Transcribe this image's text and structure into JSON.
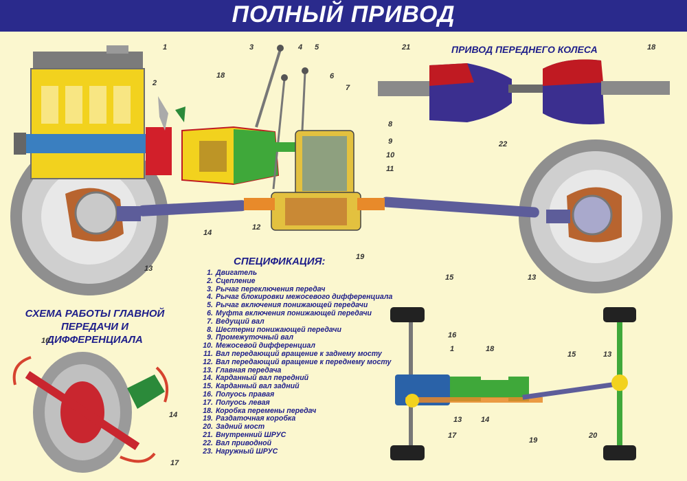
{
  "title": "ПОЛНЫЙ ПРИВОД",
  "front_wheel_title": "ПРИВОД ПЕРЕДНЕГО КОЛЕСА",
  "scheme_title": "СХЕМА РАБОТЫ ГЛАВНОЙ ПЕРЕДАЧИ И ДИФФЕРЕНЦИАЛА",
  "spec_title": "СПЕЦИФИКАЦИЯ:",
  "spec": [
    {
      "n": "1.",
      "t": "Двигатель"
    },
    {
      "n": "2.",
      "t": "Сцепление"
    },
    {
      "n": "3.",
      "t": "Рычаг переключения передач"
    },
    {
      "n": "4.",
      "t": "Рычаг блокировки межосевого дифференциала"
    },
    {
      "n": "5.",
      "t": "Рычаг включения понижающей передачи"
    },
    {
      "n": "6.",
      "t": "Муфта включения понижающей передачи"
    },
    {
      "n": "7.",
      "t": "Ведущий вал"
    },
    {
      "n": "8.",
      "t": "Шестерни понижающей передачи"
    },
    {
      "n": "9.",
      "t": "Промежуточный вал"
    },
    {
      "n": "10.",
      "t": "Межосевой дифференциал"
    },
    {
      "n": "11.",
      "t": "Вал передающий вращение к заднему мосту"
    },
    {
      "n": "12.",
      "t": "Вал передающий вращение к переднему мосту"
    },
    {
      "n": "13.",
      "t": "Главная передача"
    },
    {
      "n": "14.",
      "t": "Карданный вал передний"
    },
    {
      "n": "15.",
      "t": "Карданный вал задний"
    },
    {
      "n": "16.",
      "t": "Полуось правая"
    },
    {
      "n": "17.",
      "t": "Полуось левая"
    },
    {
      "n": "18.",
      "t": "Коробка перемены передач"
    },
    {
      "n": "19.",
      "t": "Раздаточная коробка"
    },
    {
      "n": "20.",
      "t": "Задний мост"
    },
    {
      "n": "21.",
      "t": "Внутренний ШРУС"
    },
    {
      "n": "22.",
      "t": "Вал приводной"
    },
    {
      "n": "23.",
      "t": "Наружный ШРУС"
    }
  ],
  "callouts": {
    "main": {
      "c1": "1",
      "c2": "2",
      "c3": "3",
      "c4": "4",
      "c5": "5",
      "c18": "18",
      "c6": "6",
      "c7": "7",
      "c8": "8",
      "c9": "9",
      "c10": "10",
      "c11": "11",
      "c12": "12",
      "c19": "19",
      "c14": "14",
      "c13a": "13",
      "c15": "15",
      "c13b": "13"
    },
    "front_wheel": {
      "c21": "21",
      "c18": "18",
      "c22": "22"
    },
    "scheme": {
      "c16": "16",
      "c14": "14",
      "c17": "17"
    },
    "layout": {
      "c16": "16",
      "c1": "1",
      "c18": "18",
      "c15": "15",
      "c13a": "13",
      "c13b": "13",
      "c14": "14",
      "c17": "17",
      "c19": "19",
      "c20": "20"
    }
  },
  "colors": {
    "background": "#fbf7cf",
    "title_bar": "#2a2a8c",
    "text": "#1e1e8a",
    "engine": "#f2d21e",
    "gearbox": "#3fa83a",
    "shaft": "#5d5d9a",
    "tire": "#9a9a9a",
    "clutch": "#d21f2a"
  }
}
